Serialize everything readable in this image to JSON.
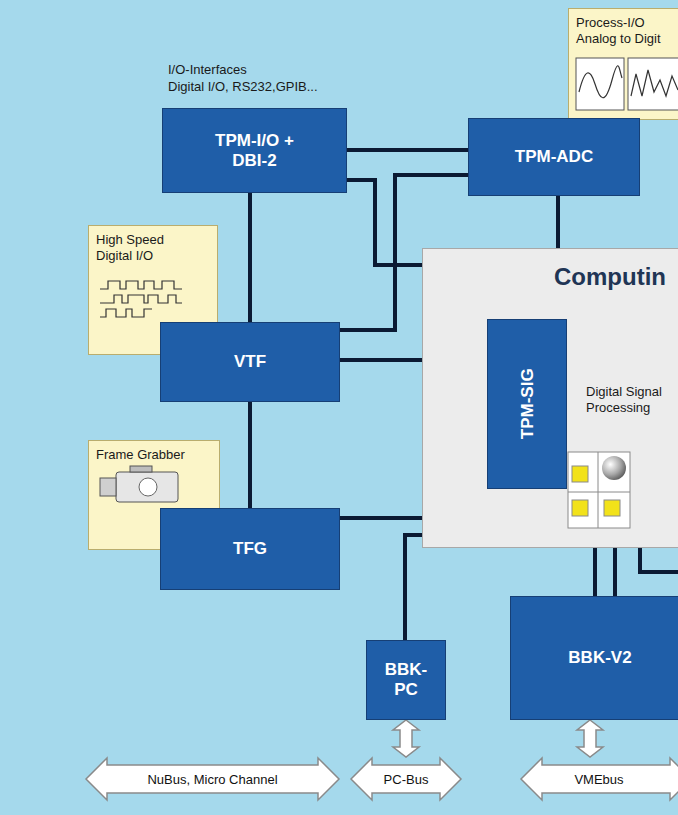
{
  "diagram": {
    "nodes": [
      {
        "text": [
          "Process-I/O Analog to Digit"
        ]
      },
      {
        "text": [
          "TPM-I/O + DBI-2"
        ]
      },
      {
        "text": [
          "TPM-ADC"
        ]
      },
      {
        "text": [
          "High Speed Digital I/O"
        ]
      },
      {
        "text": [
          "Computin"
        ]
      },
      {
        "text": [
          "TPM-SIG"
        ],
        "in": 4
      },
      {
        "text": [
          "VTF"
        ]
      },
      {
        "text": [
          "Frame Grabber"
        ]
      },
      {
        "text": [
          "TFG"
        ]
      },
      {
        "text": [
          "BBK-V2"
        ]
      },
      {
        "text": [
          "BBK- PC"
        ]
      },
      {
        "text": [
          "NuBus, Micro Channel"
        ]
      },
      {
        "text": [
          "PC-Bus"
        ]
      },
      {
        "text": [
          "VMEbus"
        ]
      }
    ],
    "edges": [
      {
        "from": 1,
        "to": 2,
        "arrow": "none"
      },
      {
        "from": 1,
        "to": 6,
        "arrow": "none"
      },
      {
        "from": 1,
        "to": 4,
        "arrow": "none"
      },
      {
        "from": 2,
        "to": 4,
        "arrow": "none"
      },
      {
        "from": 2,
        "to": 6,
        "arrow": "none"
      },
      {
        "from": 6,
        "to": 4,
        "arrow": "none"
      },
      {
        "from": 6,
        "to": 8,
        "arrow": "none"
      },
      {
        "from": 8,
        "to": 4,
        "arrow": "none"
      },
      {
        "from": 10,
        "to": 4,
        "arrow": "none"
      },
      {
        "from": 9,
        "to": 4,
        "arrow": "none"
      },
      {
        "from": 10,
        "to": 12,
        "arrow": "both"
      },
      {
        "from": 9,
        "to": 13,
        "arrow": "both"
      }
    ],
    "labels": [
      "I/O-Interfaces",
      "Digital I/O, RS232,GPIB...",
      "Digital Signal Processing"
    ]
  }
}
